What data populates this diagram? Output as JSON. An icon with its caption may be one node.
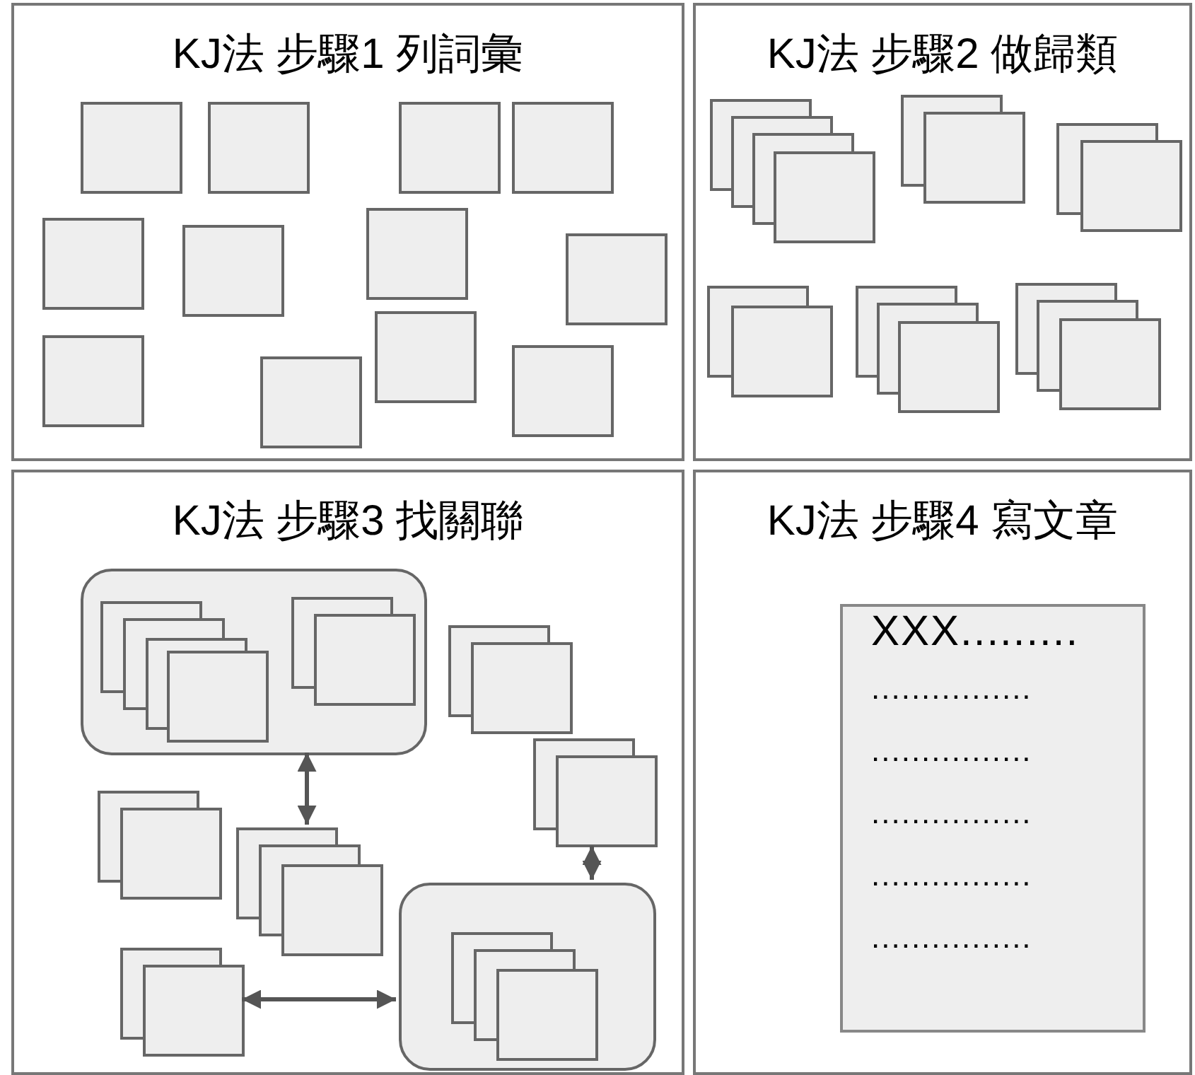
{
  "diagram": {
    "nodes": [
      {
        "text": [
          "KJ法 步驟1 列詞彙"
        ]
      },
      {
        "text": [
          "KJ法 步驟2 做歸類"
        ]
      },
      {
        "text": [
          "KJ法 步驟3 找關聯"
        ]
      },
      {
        "text": [
          "KJ法 步驟4 寫文章"
        ]
      },
      {
        "text": [],
        "shape": "box",
        "in": 2
      },
      {
        "text": [],
        "shape": "box",
        "in": 2
      },
      {
        "text": [],
        "shape": "box",
        "in": 2
      },
      {
        "text": [],
        "shape": "box",
        "in": 2
      },
      {
        "text": [],
        "shape": "box",
        "in": 2
      },
      {
        "text": [
          "XXX.........",
          "................",
          "................",
          "................",
          "................",
          "................"
        ],
        "in": 3
      }
    ],
    "edges": [
      {
        "from": 4,
        "to": 6,
        "arrow": "both"
      },
      {
        "from": 5,
        "to": 7,
        "arrow": "both"
      },
      {
        "from": 8,
        "to": 7,
        "arrow": "both"
      }
    ]
  }
}
